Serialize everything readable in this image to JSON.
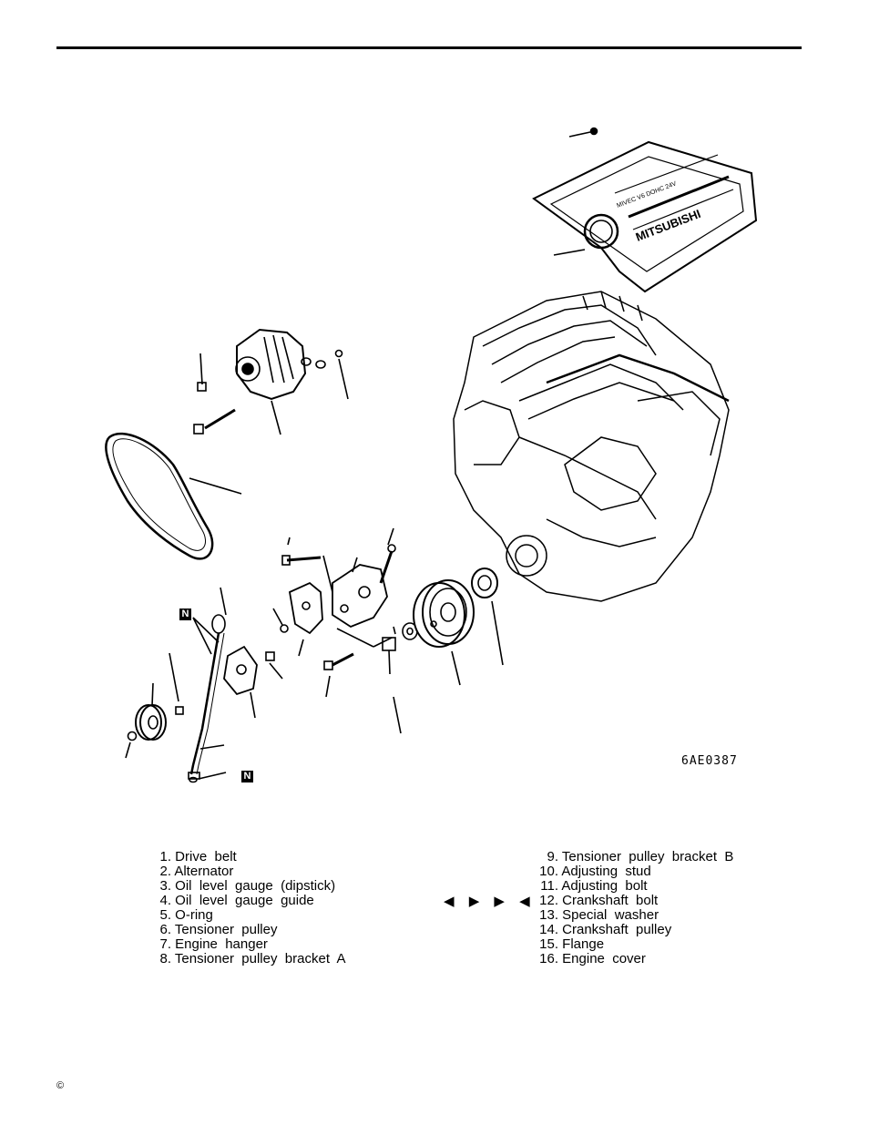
{
  "figure": {
    "code": "6AE0387",
    "badge_label": "N",
    "cover_text_1": "MITSUBISHI",
    "cover_text_2": "MIVEC V6 DOHC 24V"
  },
  "legend": {
    "left": [
      {
        "num": "1.",
        "label": "Drive  belt"
      },
      {
        "num": "2.",
        "label": "Alternator"
      },
      {
        "num": "3.",
        "label": "Oil  level  gauge  (dipstick)"
      },
      {
        "num": "4.",
        "label": "Oil  level  gauge  guide"
      },
      {
        "num": "5.",
        "label": "O-ring"
      },
      {
        "num": "6.",
        "label": "Tensioner  pulley"
      },
      {
        "num": "7.",
        "label": "Engine  hanger"
      },
      {
        "num": "8.",
        "label": "Tensioner  pulley  bracket  A"
      }
    ],
    "right": [
      {
        "num": "9.",
        "label": "Tensioner  pulley  bracket  B"
      },
      {
        "num": "10.",
        "label": "Adjusting  stud"
      },
      {
        "num": "11.",
        "label": "Adjusting  bolt"
      },
      {
        "num": "12.",
        "label": "Crankshaft  bolt"
      },
      {
        "num": "13.",
        "label": "Special  washer"
      },
      {
        "num": "14.",
        "label": "Crankshaft  pulley"
      },
      {
        "num": "15.",
        "label": "Flange"
      },
      {
        "num": "16.",
        "label": "Engine  cover"
      }
    ],
    "arrows": "◀ ▶ ▶ ◀"
  },
  "footer": {
    "copyright": "©"
  }
}
